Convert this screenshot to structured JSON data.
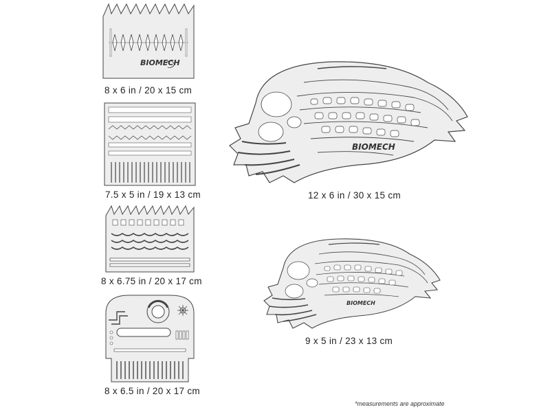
{
  "stencils": [
    {
      "caption": "8 x 6 in / 20 x 15 cm",
      "brand": "BIOMECH"
    },
    {
      "caption": "7.5 x 5 in / 19 x 13 cm"
    },
    {
      "caption": "8 x 6.75 in / 20 x 17 cm"
    },
    {
      "caption": "8 x 6.5 in / 20 x 17 cm"
    },
    {
      "caption": "12 x 6 in / 30 x 15 cm",
      "brand": "BIOMECH"
    },
    {
      "caption": "9 x 5 in / 23 x 13 cm",
      "brand": "BIOMECH"
    }
  ],
  "footnote": "*measurements are approximate",
  "colors": {
    "plate_fill": "#eeeeee",
    "plate_stroke": "#444444",
    "text": "#222222"
  }
}
